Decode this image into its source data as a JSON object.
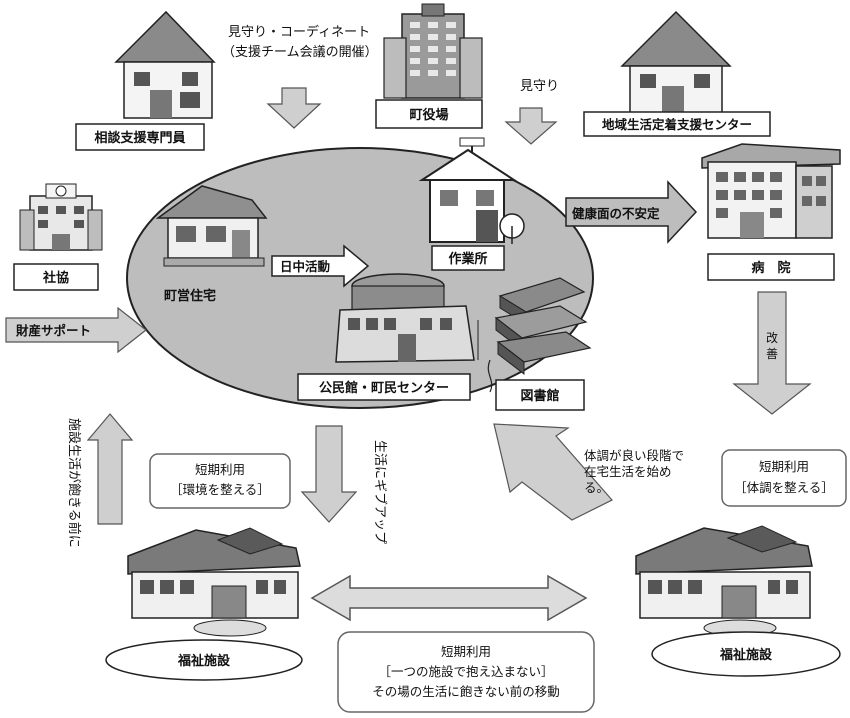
{
  "labels": {
    "soudan": "相談支援専門員",
    "machiyakuba": "町役場",
    "chiiki_center": "地域生活定着支援センター",
    "shakyo": "社協",
    "byoin": "病　院",
    "chouei": "町営住宅",
    "sagyosho": "作業所",
    "kouminkan": "公民館・町民センター",
    "toshokan": "図書館",
    "fukushi_left": "福祉施設",
    "fukushi_right": "福祉施設"
  },
  "arrows": {
    "mimamori_coord_1": "見守り・コーディネート",
    "mimamori_coord_2": "（支援チーム会議の開催）",
    "mimamori": "見守り",
    "kenkou": "健康面の不安定",
    "nicchu": "日中活動",
    "zaisan": "財産サポート",
    "kaizen": "改善",
    "life_giveup": "生活にギブアップ",
    "shisetsu_akiru": "施設生活が飽きる前に",
    "taichou_1": "体調が良い段階で",
    "taichou_2": "在宅生活を始め",
    "taichou_3": "る。"
  },
  "notes": {
    "left_1": "短期利用",
    "left_2": "［環境を整える］",
    "right_1": "短期利用",
    "right_2": "［体調を整える］",
    "bottom_1": "短期利用",
    "bottom_2": "［一つの施設で抱え込まない］",
    "bottom_3": "その場の生活に飽きない前の移動"
  }
}
